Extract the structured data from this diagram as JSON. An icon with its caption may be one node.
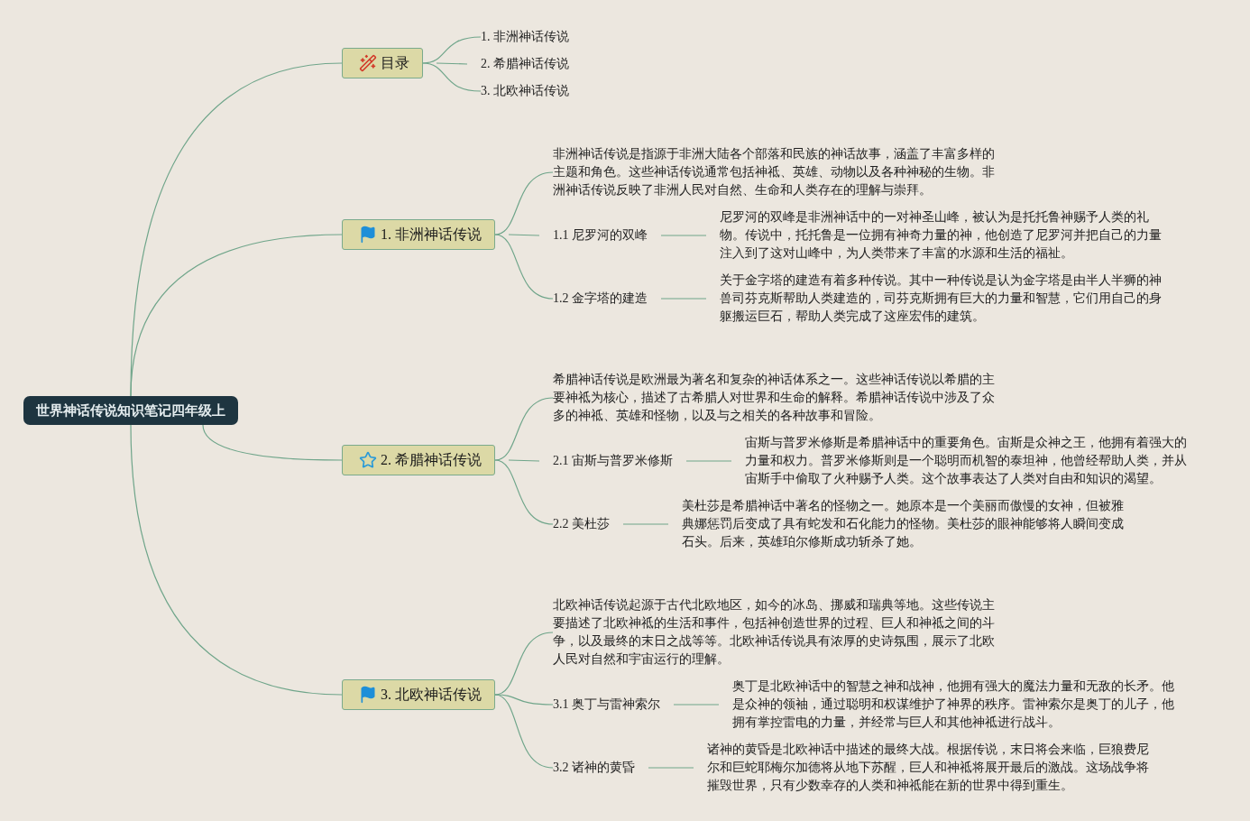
{
  "diagram": {
    "nodes": [
      {
        "text": [
          "世界神话传说知识笔记四年级上"
        ]
      },
      {
        "text": [
          "目录"
        ]
      },
      {
        "text": [
          "1. 非洲神话传说"
        ]
      },
      {
        "text": [
          "2. 希腊神话传说"
        ]
      },
      {
        "text": [
          "3. 北欧神话传说"
        ]
      },
      {
        "text": [
          "1. 非洲神话传说"
        ]
      },
      {
        "text": [
          "非洲神话传说是指源于非洲大陆各个部落和民族的神话故事，涵盖了丰富多样的主题和角色。这些神话传说通常包括神祗、英雄、动物以及各种神秘的生物。非洲神话传说反映了非洲人民对自然、生命和人类存在的理解与崇拜。"
        ]
      },
      {
        "text": [
          "1.1 尼罗河的双峰"
        ]
      },
      {
        "text": [
          "尼罗河的双峰是非洲神话中的一对神圣山峰，被认为是托托鲁神赐予人类的礼物。传说中，托托鲁是一位拥有神奇力量的神，他创造了尼罗河并把自己的力量注入到了这对山峰中，为人类带来了丰富的水源和生活的福祉。"
        ]
      },
      {
        "text": [
          "1.2 金字塔的建造"
        ]
      },
      {
        "text": [
          "关于金字塔的建造有着多种传说。其中一种传说是认为金字塔是由半人半狮的神兽司芬克斯帮助人类建造的，司芬克斯拥有巨大的力量和智慧，它们用自己的身躯搬运巨石，帮助人类完成了这座宏伟的建筑。"
        ]
      },
      {
        "text": [
          "2. 希腊神话传说"
        ]
      },
      {
        "text": [
          "希腊神话传说是欧洲最为著名和复杂的神话体系之一。这些神话传说以希腊的主要神祗为核心，描述了古希腊人对世界和生命的解释。希腊神话传说中涉及了众多的神祗、英雄和怪物，以及与之相关的各种故事和冒险。"
        ]
      },
      {
        "text": [
          "2.1 宙斯与普罗米修斯"
        ]
      },
      {
        "text": [
          "宙斯与普罗米修斯是希腊神话中的重要角色。宙斯是众神之王，他拥有着强大的力量和权力。普罗米修斯则是一个聪明而机智的泰坦神，他曾经帮助人类，并从宙斯手中偷取了火种赐予人类。这个故事表达了人类对自由和知识的渴望。"
        ]
      },
      {
        "text": [
          "2.2 美杜莎"
        ]
      },
      {
        "text": [
          "美杜莎是希腊神话中著名的怪物之一。她原本是一个美丽而傲慢的女神，但被雅典娜惩罚后变成了具有蛇发和石化能力的怪物。美杜莎的眼神能够将人瞬间变成石头。后来，英雄珀尔修斯成功斩杀了她。"
        ]
      },
      {
        "text": [
          "3. 北欧神话传说"
        ]
      },
      {
        "text": [
          "北欧神话传说起源于古代北欧地区，如今的冰岛、挪威和瑞典等地。这些传说主要描述了北欧神祗的生活和事件，包括神创造世界的过程、巨人和神祗之间的斗争，以及最终的末日之战等等。北欧神话传说具有浓厚的史诗氛围，展示了北欧人民对自然和宇宙运行的理解。"
        ]
      },
      {
        "text": [
          "3.1 奥丁与雷神索尔"
        ]
      },
      {
        "text": [
          "奥丁是北欧神话中的智慧之神和战神，他拥有强大的魔法力量和无敌的长矛。他是众神的领袖，通过聪明和权谋维护了神界的秩序。雷神索尔是奥丁的儿子，他拥有掌控雷电的力量，并经常与巨人和其他神祗进行战斗。"
        ]
      },
      {
        "text": [
          "3.2 诸神的黄昏"
        ]
      },
      {
        "text": [
          "诸神的黄昏是北欧神话中描述的最终大战。根据传说，末日将会来临，巨狼费尼尔和巨蛇耶梅尔加德将从地下苏醒，巨人和神祗将展开最后的激战。这场战争将摧毁世界，只有少数幸存的人类和神祗能在新的世界中得到重生。"
        ]
      }
    ],
    "edges": [
      {
        "from": 0,
        "to": 1,
        "arrow": "none"
      },
      {
        "from": 0,
        "to": 5,
        "arrow": "none"
      },
      {
        "from": 0,
        "to": 11,
        "arrow": "none"
      },
      {
        "from": 0,
        "to": 17,
        "arrow": "none"
      },
      {
        "from": 1,
        "to": 2,
        "arrow": "none"
      },
      {
        "from": 1,
        "to": 3,
        "arrow": "none"
      },
      {
        "from": 1,
        "to": 4,
        "arrow": "none"
      },
      {
        "from": 5,
        "to": 6,
        "arrow": "none"
      },
      {
        "from": 5,
        "to": 7,
        "arrow": "none"
      },
      {
        "from": 5,
        "to": 9,
        "arrow": "none"
      },
      {
        "from": 7,
        "to": 8,
        "arrow": "none"
      },
      {
        "from": 9,
        "to": 10,
        "arrow": "none"
      },
      {
        "from": 11,
        "to": 12,
        "arrow": "none"
      },
      {
        "from": 11,
        "to": 13,
        "arrow": "none"
      },
      {
        "from": 11,
        "to": 15,
        "arrow": "none"
      },
      {
        "from": 13,
        "to": 14,
        "arrow": "none"
      },
      {
        "from": 15,
        "to": 16,
        "arrow": "none"
      },
      {
        "from": 17,
        "to": 18,
        "arrow": "none"
      },
      {
        "from": 17,
        "to": 19,
        "arrow": "none"
      },
      {
        "from": 17,
        "to": 21,
        "arrow": "none"
      },
      {
        "from": 19,
        "to": 20,
        "arrow": "none"
      },
      {
        "from": 21,
        "to": 22,
        "arrow": "none"
      }
    ]
  }
}
